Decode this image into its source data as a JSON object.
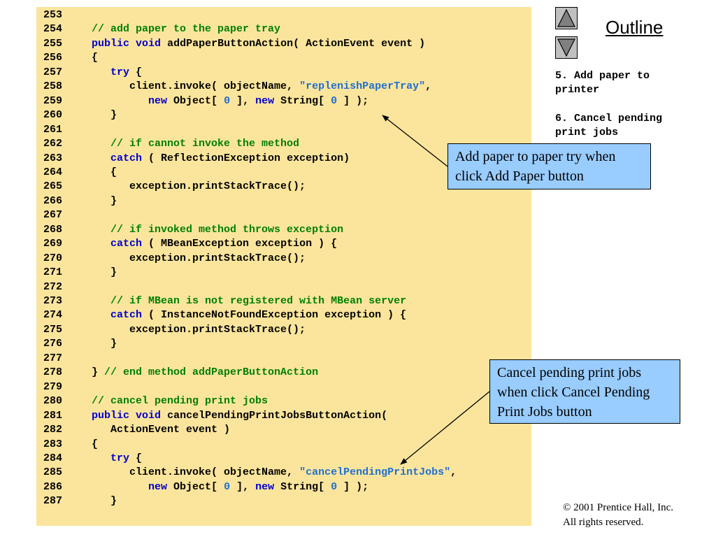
{
  "code_lines": [
    {
      "num": "253",
      "parts": []
    },
    {
      "num": "254",
      "parts": [
        {
          "t": "   "
        },
        {
          "t": "// add paper to the paper tray",
          "c": "c"
        }
      ]
    },
    {
      "num": "255",
      "parts": [
        {
          "t": "   "
        },
        {
          "t": "public",
          "c": "k"
        },
        {
          "t": " "
        },
        {
          "t": "void",
          "c": "k"
        },
        {
          "t": " addPaperButtonAction( ActionEvent event )"
        }
      ]
    },
    {
      "num": "256",
      "parts": [
        {
          "t": "   {"
        }
      ]
    },
    {
      "num": "257",
      "parts": [
        {
          "t": "      "
        },
        {
          "t": "try",
          "c": "k"
        },
        {
          "t": " {"
        }
      ]
    },
    {
      "num": "258",
      "parts": [
        {
          "t": "         client.invoke( objectName, "
        },
        {
          "t": "\"replenishPaperTray\"",
          "c": "s"
        },
        {
          "t": ","
        }
      ]
    },
    {
      "num": "259",
      "parts": [
        {
          "t": "            "
        },
        {
          "t": "new",
          "c": "k"
        },
        {
          "t": " Object[ "
        },
        {
          "t": "0",
          "c": "n"
        },
        {
          "t": " ], "
        },
        {
          "t": "new",
          "c": "k"
        },
        {
          "t": " String[ "
        },
        {
          "t": "0",
          "c": "n"
        },
        {
          "t": " ] );"
        }
      ]
    },
    {
      "num": "260",
      "parts": [
        {
          "t": "      }"
        }
      ]
    },
    {
      "num": "261",
      "parts": []
    },
    {
      "num": "262",
      "parts": [
        {
          "t": "      "
        },
        {
          "t": "// if cannot invoke the method",
          "c": "c"
        }
      ]
    },
    {
      "num": "263",
      "parts": [
        {
          "t": "      "
        },
        {
          "t": "catch",
          "c": "k"
        },
        {
          "t": " ( ReflectionException exception)"
        }
      ]
    },
    {
      "num": "264",
      "parts": [
        {
          "t": "      {"
        }
      ]
    },
    {
      "num": "265",
      "parts": [
        {
          "t": "         exception.printStackTrace();"
        }
      ]
    },
    {
      "num": "266",
      "parts": [
        {
          "t": "      }"
        }
      ]
    },
    {
      "num": "267",
      "parts": []
    },
    {
      "num": "268",
      "parts": [
        {
          "t": "      "
        },
        {
          "t": "// if invoked method throws exception",
          "c": "c"
        }
      ]
    },
    {
      "num": "269",
      "parts": [
        {
          "t": "      "
        },
        {
          "t": "catch",
          "c": "k"
        },
        {
          "t": " ( MBeanException exception ) {"
        }
      ]
    },
    {
      "num": "270",
      "parts": [
        {
          "t": "         exception.printStackTrace();"
        }
      ]
    },
    {
      "num": "271",
      "parts": [
        {
          "t": "      }"
        }
      ]
    },
    {
      "num": "272",
      "parts": []
    },
    {
      "num": "273",
      "parts": [
        {
          "t": "      "
        },
        {
          "t": "// if MBean is not registered with MBean server",
          "c": "c"
        }
      ]
    },
    {
      "num": "274",
      "parts": [
        {
          "t": "      "
        },
        {
          "t": "catch",
          "c": "k"
        },
        {
          "t": " ( InstanceNotFoundException exception ) {"
        }
      ]
    },
    {
      "num": "275",
      "parts": [
        {
          "t": "         exception.printStackTrace();"
        }
      ]
    },
    {
      "num": "276",
      "parts": [
        {
          "t": "      }"
        }
      ]
    },
    {
      "num": "277",
      "parts": []
    },
    {
      "num": "278",
      "parts": [
        {
          "t": "   } "
        },
        {
          "t": "// end method addPaperButtonAction",
          "c": "c"
        }
      ]
    },
    {
      "num": "279",
      "parts": []
    },
    {
      "num": "280",
      "parts": [
        {
          "t": "   "
        },
        {
          "t": "// cancel pending print jobs",
          "c": "c"
        }
      ]
    },
    {
      "num": "281",
      "parts": [
        {
          "t": "   "
        },
        {
          "t": "public",
          "c": "k"
        },
        {
          "t": " "
        },
        {
          "t": "void",
          "c": "k"
        },
        {
          "t": " cancelPendingPrintJobsButtonAction("
        }
      ]
    },
    {
      "num": "282",
      "parts": [
        {
          "t": "      ActionEvent event )"
        }
      ]
    },
    {
      "num": "283",
      "parts": [
        {
          "t": "   {"
        }
      ]
    },
    {
      "num": "284",
      "parts": [
        {
          "t": "      "
        },
        {
          "t": "try",
          "c": "k"
        },
        {
          "t": " {"
        }
      ]
    },
    {
      "num": "285",
      "parts": [
        {
          "t": "         client.invoke( objectName, "
        },
        {
          "t": "\"cancelPendingPrintJobs\"",
          "c": "s"
        },
        {
          "t": ","
        }
      ]
    },
    {
      "num": "286",
      "parts": [
        {
          "t": "            "
        },
        {
          "t": "new",
          "c": "k"
        },
        {
          "t": " Object[ "
        },
        {
          "t": "0",
          "c": "n"
        },
        {
          "t": " ], "
        },
        {
          "t": "new",
          "c": "k"
        },
        {
          "t": " String[ "
        },
        {
          "t": "0",
          "c": "n"
        },
        {
          "t": " ] );"
        }
      ]
    },
    {
      "num": "287",
      "parts": [
        {
          "t": "      }"
        }
      ]
    }
  ],
  "colors": {
    "code_background": "#fbe59c",
    "comment": "#008000",
    "keyword": "#0000cc",
    "string": "#1f6fd0",
    "callout_background": "#99ccff",
    "nav_button": "#c0c0c0"
  },
  "outline": {
    "title": "Outline",
    "items": [
      "5. Add paper to\nprinter",
      "6. Cancel pending\nprint jobs"
    ],
    "up_icon": "triangle-up-icon",
    "down_icon": "triangle-down-icon"
  },
  "callouts": [
    {
      "text": "Add paper to paper try when click Add Paper button"
    },
    {
      "text": "Cancel pending print jobs when click Cancel Pending Print Jobs button"
    }
  ],
  "footer": {
    "copyright_line1": "© 2001 Prentice Hall, Inc.",
    "copyright_line2": "All rights reserved."
  }
}
